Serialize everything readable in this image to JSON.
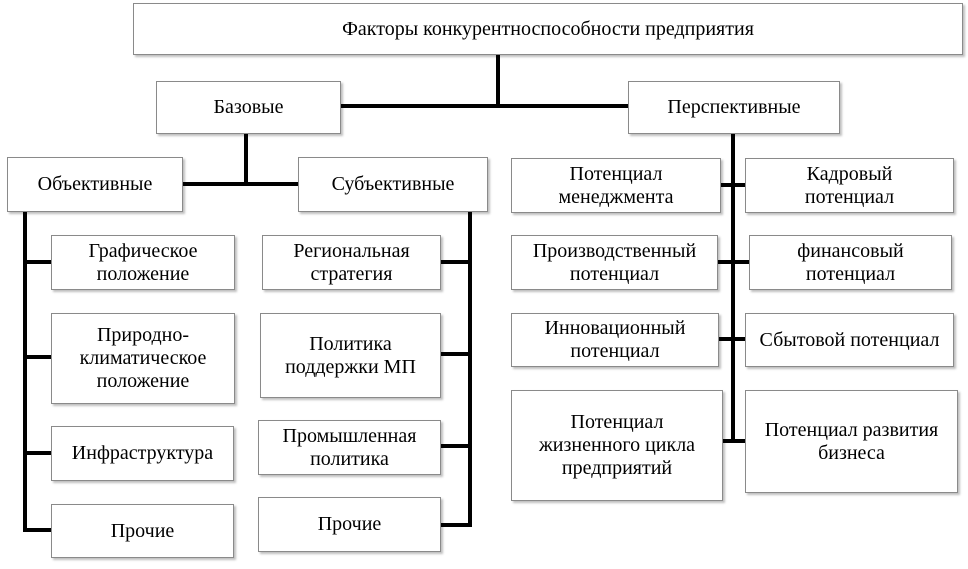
{
  "title": "Факторы конкурентноспособности предприятия",
  "basic": {
    "label": "Базовые",
    "objective": {
      "label": "Объективные",
      "items": [
        "Графическое\nположение",
        "Природно-\nклиматическое\nположение",
        "Инфраструктура",
        "Прочие"
      ]
    },
    "subjective": {
      "label": "Субъективные",
      "items": [
        "Региональная\nстратегия",
        "Политика\nподдержки МП",
        "Промышленная\nполитика",
        "Прочие"
      ]
    }
  },
  "perspective": {
    "label": "Перспективные",
    "left_items": [
      "Потенциал\nменеджмента",
      "Производственный\nпотенциал",
      "Инновационный\nпотенциал",
      "Потенциал\nжизненного цикла\nпредприятий"
    ],
    "right_items": [
      "Кадровый\nпотенциал",
      "финансовый\nпотенциал",
      "Сбытовой потенциал",
      "Потенциал развития\nбизнеса"
    ]
  }
}
